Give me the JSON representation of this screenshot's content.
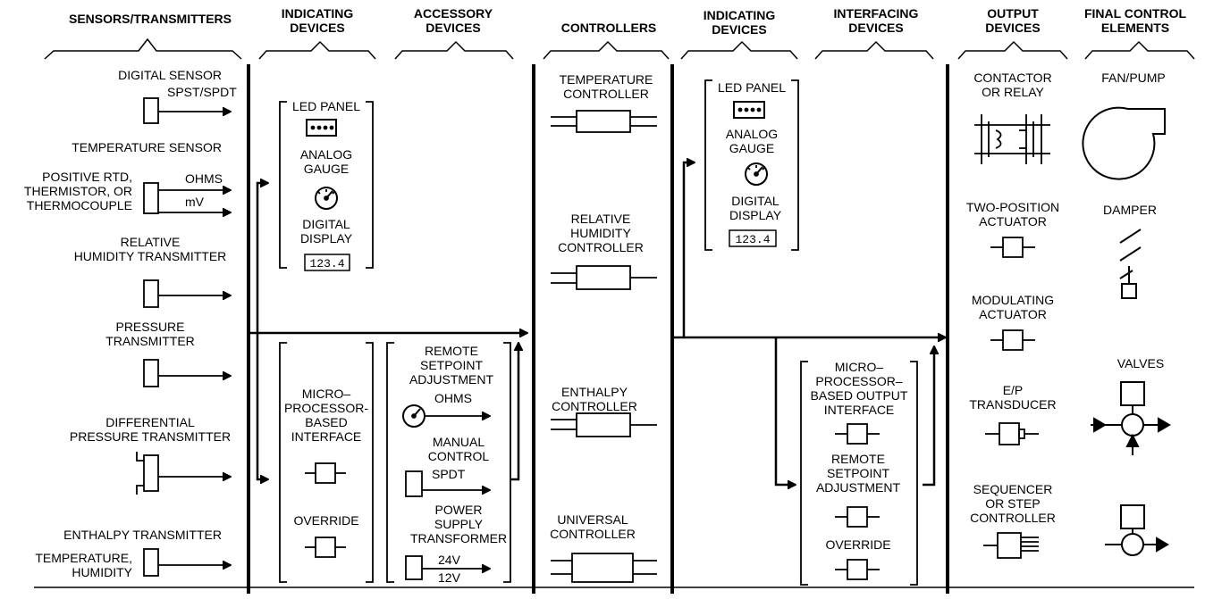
{
  "headers": {
    "sensors": [
      "SENSORS/TRANSMITTERS"
    ],
    "indicating_1": [
      "INDICATING",
      "DEVICES"
    ],
    "accessory": [
      "ACCESSORY",
      "DEVICES"
    ],
    "controllers": [
      "CONTROLLERS"
    ],
    "indicating_2": [
      "INDICATING",
      "DEVICES"
    ],
    "interfacing": [
      "INTERFACING",
      "DEVICES"
    ],
    "output": [
      "OUTPUT",
      "DEVICES"
    ],
    "final": [
      "FINAL CONTROL",
      "ELEMENTS"
    ]
  },
  "sensors": {
    "digital_sensor": [
      "DIGITAL SENSOR"
    ],
    "spst_spdt": [
      "SPST/SPDT"
    ],
    "temperature_sensor": [
      "TEMPERATURE SENSOR"
    ],
    "rtd": [
      "POSITIVE RTD,",
      "THERMISTOR, OR",
      "THERMOCOUPLE"
    ],
    "ohms": [
      "OHMS"
    ],
    "mv": [
      "mV"
    ],
    "rh_transmitter": [
      "RELATIVE",
      "HUMIDITY TRANSMITTER"
    ],
    "pressure_transmitter": [
      "PRESSURE",
      "TRANSMITTER"
    ],
    "dp_transmitter": [
      "DIFFERENTIAL",
      "PRESSURE TRANSMITTER"
    ],
    "enthalpy_transmitter": [
      "ENTHALPY TRANSMITTER"
    ],
    "temp_humidity": [
      "TEMPERATURE,",
      "HUMIDITY"
    ]
  },
  "indicating": {
    "led_panel": [
      "LED PANEL"
    ],
    "analog_gauge": [
      "ANALOG",
      "GAUGE"
    ],
    "digital_display": [
      "DIGITAL",
      "DISPLAY"
    ],
    "display_value": [
      "123.4"
    ],
    "micro_interface": [
      "MICRO–",
      "PROCESSOR-",
      "BASED",
      "INTERFACE"
    ],
    "override": [
      "OVERRIDE"
    ]
  },
  "accessory": {
    "remote_setpoint": [
      "REMOTE",
      "SETPOINT",
      "ADJUSTMENT"
    ],
    "ohms": [
      "OHMS"
    ],
    "manual_control": [
      "MANUAL",
      "CONTROL"
    ],
    "spdt": [
      "SPDT"
    ],
    "power_supply": [
      "POWER",
      "SUPPLY",
      "TRANSFORMER"
    ],
    "v24": [
      "24V"
    ],
    "v12": [
      "12V"
    ]
  },
  "controllers": {
    "temperature": [
      "TEMPERATURE",
      "CONTROLLER"
    ],
    "relative_humidity": [
      "RELATIVE",
      "HUMIDITY",
      "CONTROLLER"
    ],
    "enthalpy": [
      "ENTHALPY",
      "CONTROLLER"
    ],
    "universal": [
      "UNIVERSAL",
      "CONTROLLER"
    ]
  },
  "interfacing": {
    "micro_output": [
      "MICRO–",
      "PROCESSOR–",
      "BASED OUTPUT",
      "INTERFACE"
    ],
    "remote_setpoint": [
      "REMOTE",
      "SETPOINT",
      "ADJUSTMENT"
    ],
    "override": [
      "OVERRIDE"
    ]
  },
  "output": {
    "contactor": [
      "CONTACTOR",
      "OR RELAY"
    ],
    "two_position": [
      "TWO-POSITION",
      "ACTUATOR"
    ],
    "modulating": [
      "MODULATING",
      "ACTUATOR"
    ],
    "ep_transducer": [
      "E/P",
      "TRANSDUCER"
    ],
    "sequencer": [
      "SEQUENCER",
      "OR STEP",
      "CONTROLLER"
    ]
  },
  "final": {
    "fan_pump": [
      "FAN/PUMP"
    ],
    "damper": [
      "DAMPER"
    ],
    "valves": [
      "VALVES"
    ]
  },
  "icons": [
    "led-panel-icon",
    "analog-gauge-icon",
    "digital-display-icon",
    "relay-icon",
    "fan-icon",
    "damper-icon",
    "valve-icon",
    "transformer-icon"
  ]
}
